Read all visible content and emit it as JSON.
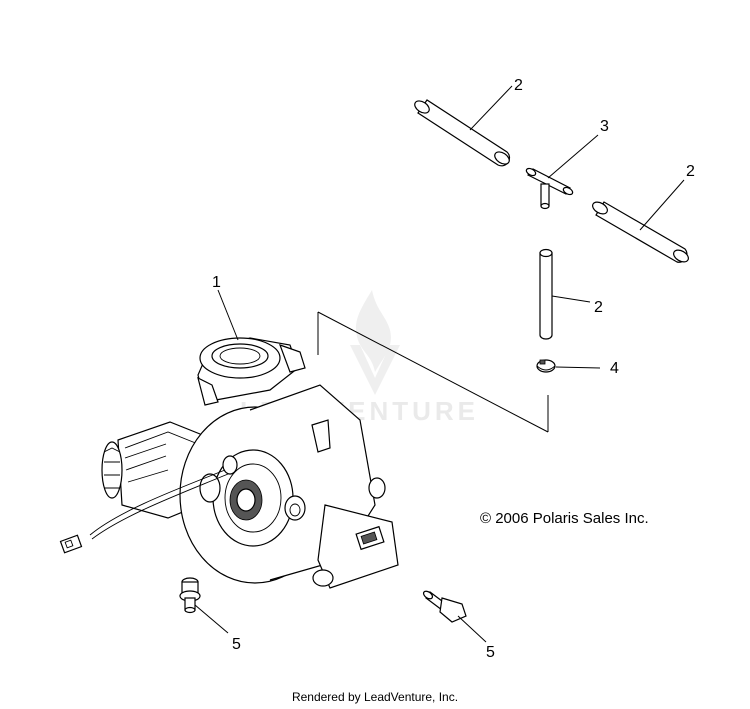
{
  "diagram": {
    "callouts": [
      {
        "id": "1",
        "label": "1"
      },
      {
        "id": "2a",
        "label": "2"
      },
      {
        "id": "3",
        "label": "3"
      },
      {
        "id": "2b",
        "label": "2"
      },
      {
        "id": "2c",
        "label": "2"
      },
      {
        "id": "4",
        "label": "4"
      },
      {
        "id": "5a",
        "label": "5"
      },
      {
        "id": "5b",
        "label": "5"
      }
    ],
    "copyright": "© 2006 Polaris Sales Inc.",
    "watermark": "LEADVENTURE"
  },
  "footer": {
    "text": "Rendered by LeadVenture, Inc."
  }
}
